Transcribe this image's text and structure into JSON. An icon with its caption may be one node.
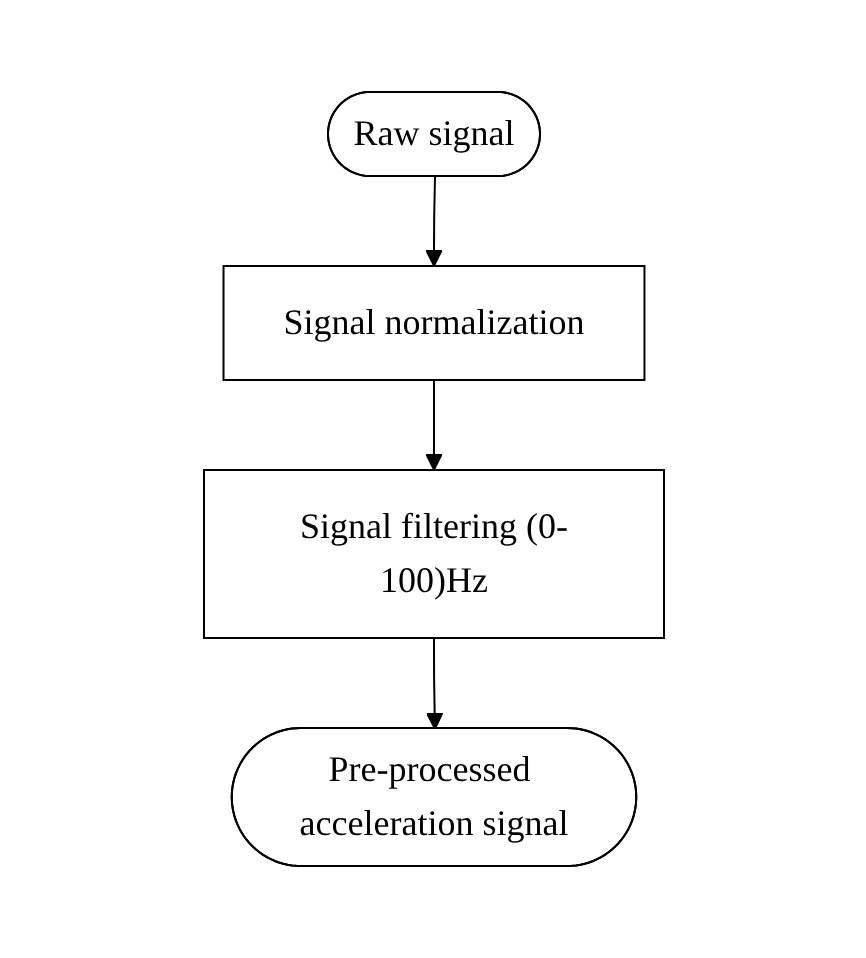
{
  "diagram": {
    "nodes": [
      {
        "text": [
          "Raw signal"
        ]
      },
      {
        "text": [
          "Signal normalization"
        ]
      },
      {
        "text": [
          "Signal filtering (0-100)Hz"
        ]
      },
      {
        "text": [
          "Pre-processed acceleration signal"
        ]
      }
    ],
    "edges": [
      {
        "from": 0,
        "to": 1,
        "arrow": "to"
      },
      {
        "from": 1,
        "to": 2,
        "arrow": "to"
      },
      {
        "from": 2,
        "to": 3,
        "arrow": "to"
      }
    ]
  }
}
